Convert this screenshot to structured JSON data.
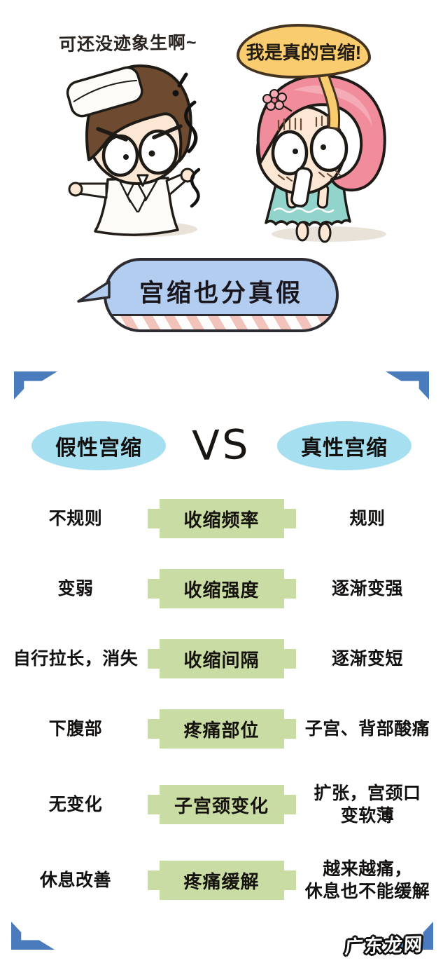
{
  "cartoon": {
    "nurse_line": "可还没迹象生啊~",
    "mom_bubble": "我是真的宫缩!",
    "caption_bubble": "宫缩也分真假"
  },
  "comparison": {
    "left_header": "假性宫缩",
    "vs_label": "VS",
    "right_header": "真性宫缩",
    "rows": [
      {
        "left": "不规则",
        "category": "收缩频率",
        "right": "规则"
      },
      {
        "left": "变弱",
        "category": "收缩强度",
        "right": "逐渐变强"
      },
      {
        "left": "自行拉长，消失",
        "category": "收缩间隔",
        "right": "逐渐变短"
      },
      {
        "left": "下腹部",
        "category": "疼痛部位",
        "right": "子宫、背部酸痛"
      },
      {
        "left": "无变化",
        "category": "子宫颈变化",
        "right": "扩张，宫颈口\n变软薄"
      },
      {
        "left": "休息改善",
        "category": "疼痛缓解",
        "right": "越来越痛，\n休息也不能缓解"
      }
    ]
  },
  "watermark": "广东龙网",
  "colors": {
    "bracket-blue": "#4a7cbd",
    "oval-cyan": "#a5dff0",
    "badge-green": "#c9dca3",
    "bubble-yellow": "#f9cc70",
    "bubble-yellow-outline": "#43331f",
    "bubble-blue": "#b3cdf1",
    "bubble-blue-outline": "#2e2c33",
    "stripe-pink": "#f2c3ba"
  }
}
